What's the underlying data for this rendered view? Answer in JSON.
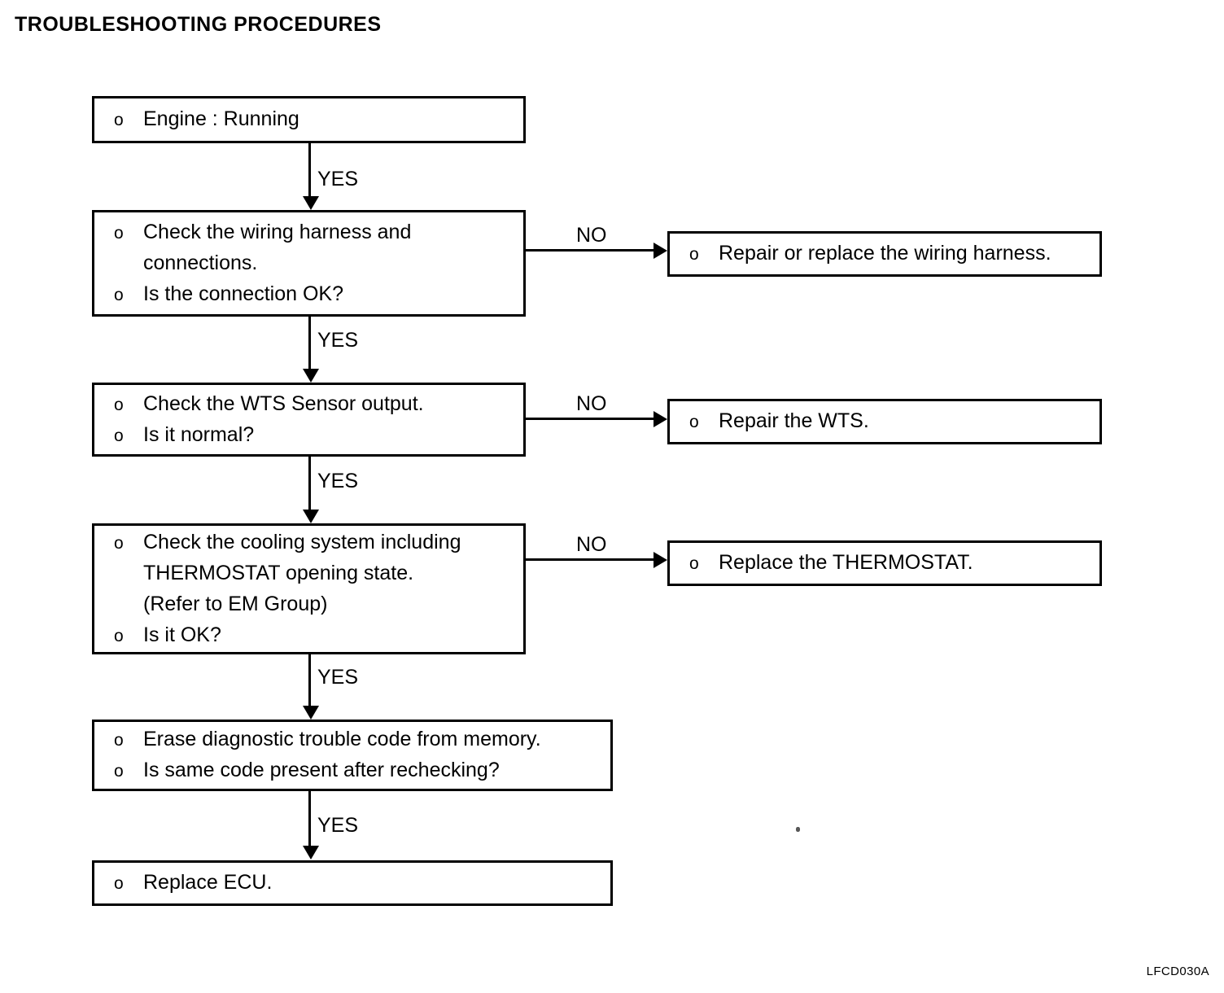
{
  "page": {
    "title": "TROUBLESHOOTING PROCEDURES",
    "reference_code": "LFCD030A",
    "bullet_glyph": "o"
  },
  "flowchart": {
    "type": "flowchart",
    "orientation": "top-to-bottom",
    "nodes": [
      {
        "id": "start",
        "kind": "condition",
        "lines": [
          {
            "bullet": true,
            "text": "Engine : Running"
          }
        ]
      },
      {
        "id": "check-harness",
        "kind": "decision",
        "lines": [
          {
            "bullet": true,
            "text": "Check the wiring harness and"
          },
          {
            "bullet": false,
            "text": "connections."
          },
          {
            "bullet": true,
            "text": "Is the connection OK?"
          }
        ]
      },
      {
        "id": "repair-harness",
        "kind": "action",
        "lines": [
          {
            "bullet": true,
            "text": "Repair or replace the wiring harness."
          }
        ]
      },
      {
        "id": "check-wts",
        "kind": "decision",
        "lines": [
          {
            "bullet": true,
            "text": "Check the WTS Sensor output."
          },
          {
            "bullet": true,
            "text": "Is it normal?"
          }
        ]
      },
      {
        "id": "repair-wts",
        "kind": "action",
        "lines": [
          {
            "bullet": true,
            "text": "Repair the WTS."
          }
        ]
      },
      {
        "id": "check-cooling",
        "kind": "decision",
        "lines": [
          {
            "bullet": true,
            "text": "Check the cooling system including"
          },
          {
            "bullet": false,
            "text": "THERMOSTAT opening state."
          },
          {
            "bullet": false,
            "text": "(Refer to EM Group)"
          },
          {
            "bullet": true,
            "text": "Is it OK?"
          }
        ]
      },
      {
        "id": "replace-thermostat",
        "kind": "action",
        "lines": [
          {
            "bullet": true,
            "text": "Replace the THERMOSTAT."
          }
        ]
      },
      {
        "id": "erase-code",
        "kind": "decision",
        "lines": [
          {
            "bullet": true,
            "text": "Erase diagnostic trouble code from memory."
          },
          {
            "bullet": true,
            "text": "Is same code present after rechecking?"
          }
        ]
      },
      {
        "id": "replace-ecu",
        "kind": "action",
        "lines": [
          {
            "bullet": true,
            "text": "Replace ECU."
          }
        ]
      }
    ],
    "edges": [
      {
        "from": "start",
        "to": "check-harness",
        "label": "YES",
        "direction": "down"
      },
      {
        "from": "check-harness",
        "to": "repair-harness",
        "label": "NO",
        "direction": "right"
      },
      {
        "from": "check-harness",
        "to": "check-wts",
        "label": "YES",
        "direction": "down"
      },
      {
        "from": "check-wts",
        "to": "repair-wts",
        "label": "NO",
        "direction": "right"
      },
      {
        "from": "check-wts",
        "to": "check-cooling",
        "label": "YES",
        "direction": "down"
      },
      {
        "from": "check-cooling",
        "to": "replace-thermostat",
        "label": "NO",
        "direction": "right"
      },
      {
        "from": "check-cooling",
        "to": "erase-code",
        "label": "YES",
        "direction": "down"
      },
      {
        "from": "erase-code",
        "to": "replace-ecu",
        "label": "YES",
        "direction": "down"
      }
    ]
  },
  "colors": {
    "ink": "#000000",
    "paper": "#ffffff"
  }
}
